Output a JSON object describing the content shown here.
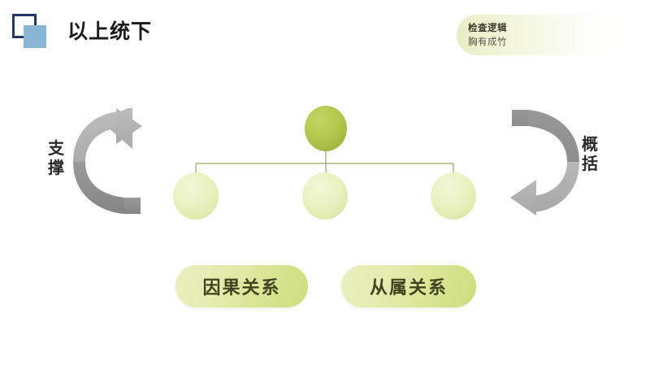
{
  "header": {
    "title": "以上统下",
    "logo_icon": "square-logo-icon",
    "logo_outline_color": "#1f3864",
    "logo_fill_color": "#8ab6d6"
  },
  "badge": {
    "line1": "检查逻辑",
    "line2": "胸有成竹",
    "gradient_start": "#e9eec3",
    "gradient_end": "#ffffff"
  },
  "side_labels": {
    "left": "支撑",
    "right": "概括"
  },
  "arrows": {
    "left": {
      "icon": "curved-arrow-up-right-icon",
      "direction": "upward",
      "color_light": "#b4b4b4",
      "color_dark": "#8c8c8c"
    },
    "right": {
      "icon": "curved-arrow-down-left-icon",
      "direction": "downward",
      "color_light": "#b4b4b4",
      "color_dark": "#8c8c8c"
    }
  },
  "diagram": {
    "parent": {
      "label": "",
      "color": "#b6c94f"
    },
    "children": [
      {
        "label": "",
        "color": "#e4efb4"
      },
      {
        "label": "",
        "color": "#e4efb4"
      },
      {
        "label": "",
        "color": "#e4efb4"
      }
    ],
    "connector_color": "#9aa35c"
  },
  "pills": [
    {
      "label": "因果关系",
      "color": "#dbe594"
    },
    {
      "label": "从属关系",
      "color": "#dbe594"
    }
  ]
}
